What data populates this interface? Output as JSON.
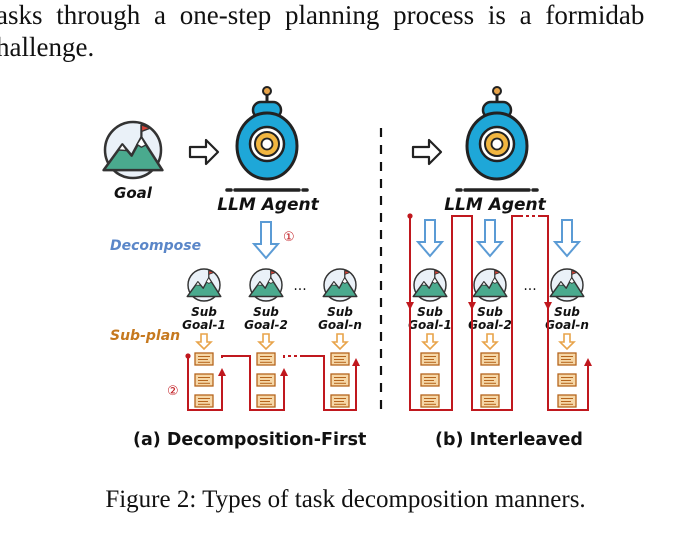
{
  "intro": {
    "line1": "asks through a one-step planning process is a formidab",
    "line2": "hallenge."
  },
  "diagram": {
    "goal_label": "Goal",
    "agent_label": "LLM Agent",
    "decompose_label": "Decompose",
    "subplan_label": "Sub-plan",
    "step1_marker": "①",
    "step2_marker": "②",
    "ellipsis": "...",
    "subgoals": [
      {
        "line1": "Sub",
        "line2": "Goal-1"
      },
      {
        "line1": "Sub",
        "line2": "Goal-2"
      },
      {
        "line1": "Sub",
        "line2": "Goal-n"
      }
    ],
    "colors": {
      "loop": "#c0181e",
      "arrow_blue": "#5b9bd5",
      "arrow_orange": "#e8a44a",
      "decompose_text": "#5a86c8",
      "subplan_text": "#c6791f",
      "robot_body": "#1ea7d8",
      "mountain": "#4aaa8e"
    }
  },
  "captions": {
    "a": "(a) Decomposition-First",
    "b": "(b) Interleaved",
    "figure": "Figure 2: Types of task decomposition manners."
  }
}
